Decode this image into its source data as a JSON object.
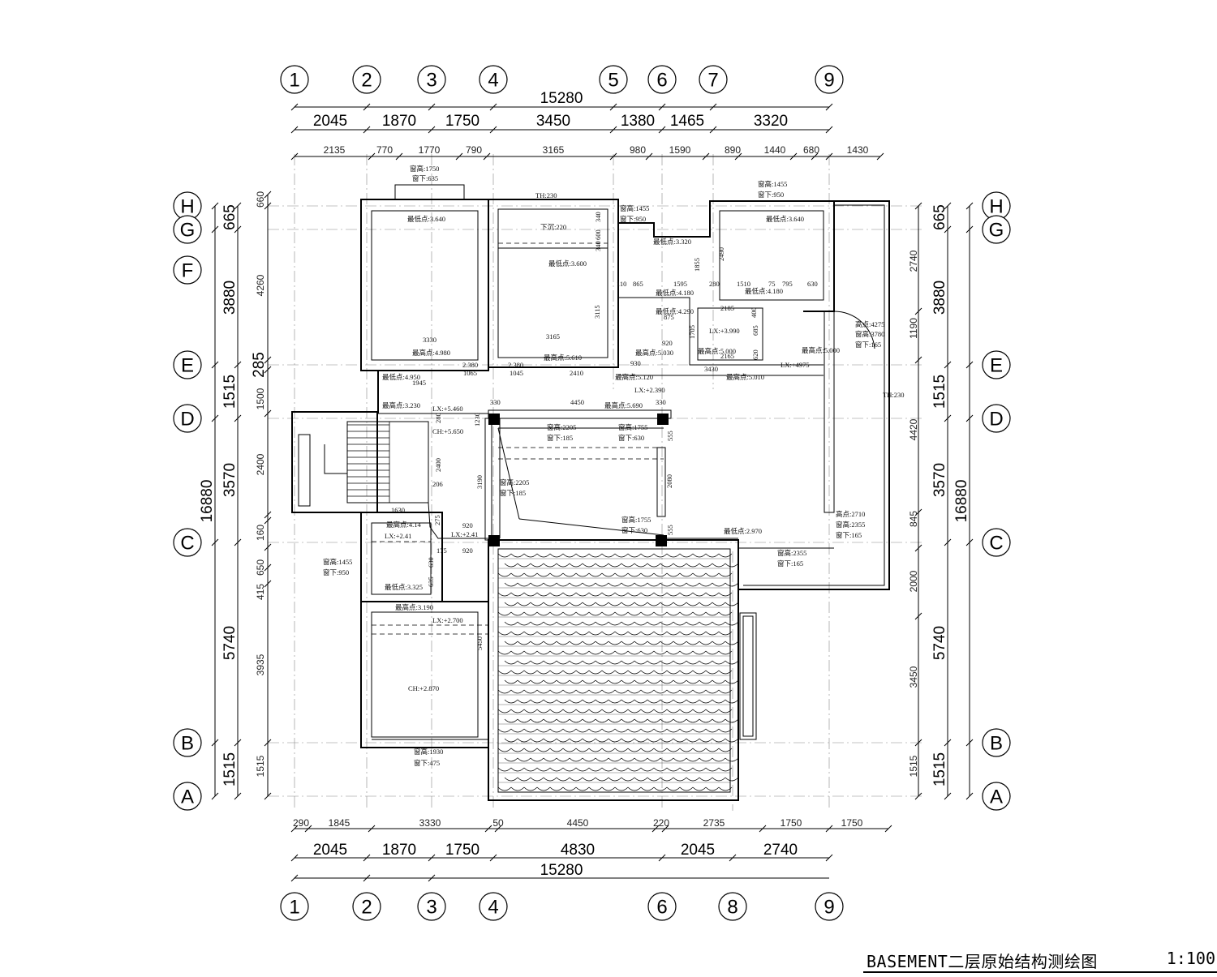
{
  "drawing": {
    "title": "BASEMENT二层原始结构测绘图",
    "scale": "1:100"
  },
  "grid_top": [
    "1",
    "2",
    "3",
    "4",
    "5",
    "6",
    "7",
    "9"
  ],
  "grid_bottom": [
    "1",
    "2",
    "3",
    "4",
    "6",
    "8",
    "9"
  ],
  "grid_side": [
    "H",
    "G",
    "F",
    "E",
    "D",
    "C",
    "B",
    "A"
  ],
  "dims_top": {
    "total": "15280",
    "row1": [
      "2045",
      "1870",
      "1750",
      "3450",
      "1380",
      "1465",
      "3320"
    ],
    "row2": [
      "2135",
      "770",
      "1770",
      "790",
      "3165",
      "980",
      "1590",
      "890",
      "1440",
      "680",
      "1430"
    ]
  },
  "dims_bottom": {
    "total": "15280",
    "row1": [
      "2045",
      "1870",
      "1750",
      "4830",
      "2045",
      "2740"
    ],
    "row2": [
      "290",
      "1845",
      "3330",
      "50",
      "4450",
      "220",
      "2735",
      "1750",
      "1750"
    ]
  },
  "dims_left": {
    "total": "16880",
    "outer": [
      "665",
      "3880",
      "1515",
      "3570",
      "5740",
      "1515"
    ],
    "inner": [
      "660",
      "4260",
      "285",
      "1500",
      "2400",
      "160",
      "650",
      "415",
      "3935",
      "1515"
    ]
  },
  "dims_right": {
    "total": "16880",
    "outer": [
      "665",
      "3880",
      "1515",
      "3570",
      "5740",
      "1515"
    ],
    "inner": [
      "2740",
      "1190",
      "4420",
      "845",
      "2000",
      "3450",
      "1515"
    ]
  },
  "annotations": [
    "窗高:1750",
    "窗下:635",
    "TH:230",
    "窗高:1455",
    "窗下:950",
    "窗高:1455",
    "窗下:950",
    "最低点:3.640",
    "下沉:220",
    "最低点:3.600",
    "最低点:3.320",
    "最低点:3.640",
    "340",
    "600",
    "340",
    "1855",
    "2490",
    "3115",
    "110",
    "865",
    "1595",
    "280",
    "1510",
    "75",
    "795",
    "630",
    "最低点:4.180",
    "最低点:4.180",
    "最低点:4.290",
    "875",
    "2185",
    "400",
    "高点:4275",
    "窗高:3780",
    "窗下:165",
    "920",
    "LX:+3.990",
    "685",
    "1705",
    "3330",
    "3165",
    "最高点:4.980",
    "最高点:5.610",
    "最高点:5.030",
    "最高点:5.000",
    "2165",
    "620",
    "最高点:5.000",
    "LX:+4975",
    "930",
    "2410",
    "最高点:5.120",
    "3430",
    "最高点:5.010",
    "1065",
    "1045",
    "2.380",
    "2.380",
    "1945",
    "最低点:4.950",
    "LX:+2.390",
    "330",
    "4450",
    "330",
    "最高点:3.230",
    "LX:+5.460",
    "最高点:5.690",
    "TH:230",
    "CH:+5.650",
    "280",
    "1230",
    "窗高:2205",
    "窗下:185",
    "窗高:1755",
    "窗下:630",
    "555",
    "2400",
    "3190",
    "窗高:2205",
    "窗下:185",
    "2080",
    "1630",
    "275",
    "920",
    "窗高:1755",
    "窗下:630",
    "555",
    "最高点:4.14",
    "LX:+2.41",
    "LX:+2.41",
    "175",
    "920",
    "最低点:2.970",
    "高点:2710",
    "窗高:2355",
    "窗下:165",
    "窗高:2355",
    "窗下:165",
    "窗高:1455",
    "窗下:950",
    "630",
    "635",
    "最低点:3.325",
    "最高点:3.190",
    "LX:+2.700",
    "5450",
    "CH:+2.870",
    "窗高:1930",
    "窗下:475",
    "206"
  ]
}
